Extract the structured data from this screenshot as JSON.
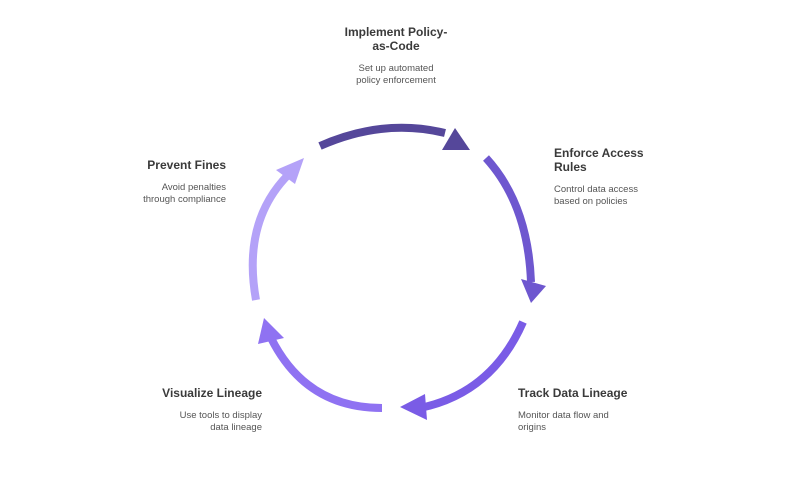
{
  "steps": [
    {
      "title": "Implement Policy-\nas-Code",
      "description": "Set up automated\npolicy enforcement",
      "color": "#55479a"
    },
    {
      "title": "Enforce Access\nRules",
      "description": "Control data access\nbased on policies",
      "color": "#6e57cf"
    },
    {
      "title": "Track Data Lineage",
      "description": "Monitor data flow and\norigins",
      "color": "#7a5ce6"
    },
    {
      "title": "Visualize Lineage",
      "description": "Use tools to display\ndata lineage",
      "color": "#8f72f2"
    },
    {
      "title": "Prevent Fines",
      "description": "Avoid penalties\nthrough compliance",
      "color": "#b4a2f8"
    }
  ]
}
